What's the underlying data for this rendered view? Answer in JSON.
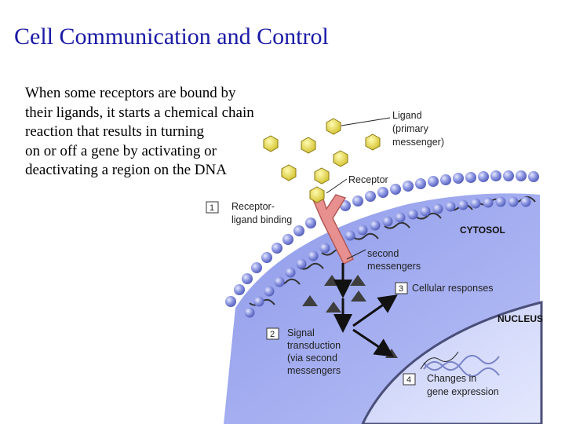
{
  "title": "Cell Communication and Control",
  "description_lines": [
    "When some receptors are bound by",
    "their ligands, it starts a chemical chain",
    "reaction that results in turning",
    "on or off a gene by activating or",
    "deactivating a region on the DNA"
  ],
  "labels": {
    "ligand": [
      "Ligand",
      "(primary",
      "messenger)"
    ],
    "receptor": "Receptor",
    "step1_number": "1",
    "step1": [
      "Receptor-",
      "ligand binding"
    ],
    "cytosol": "CYTOSOL",
    "second_messengers": [
      "second",
      "messengers"
    ],
    "step3_number": "3",
    "step3": "Cellular responses",
    "nucleus": "NUCLEUS",
    "step2_number": "2",
    "step2": [
      "Signal",
      "transduction",
      "(via second",
      "messengers"
    ],
    "step4_number": "4",
    "step4": [
      "Changes in",
      "gene expression"
    ]
  },
  "colors": {
    "title": "#1a1aa6",
    "cytoplasm": "#9aa6f0",
    "membrane_head": "#7b86d6",
    "ligand": "#e8d840",
    "receptor": "#e89090",
    "messenger": "#444444"
  }
}
